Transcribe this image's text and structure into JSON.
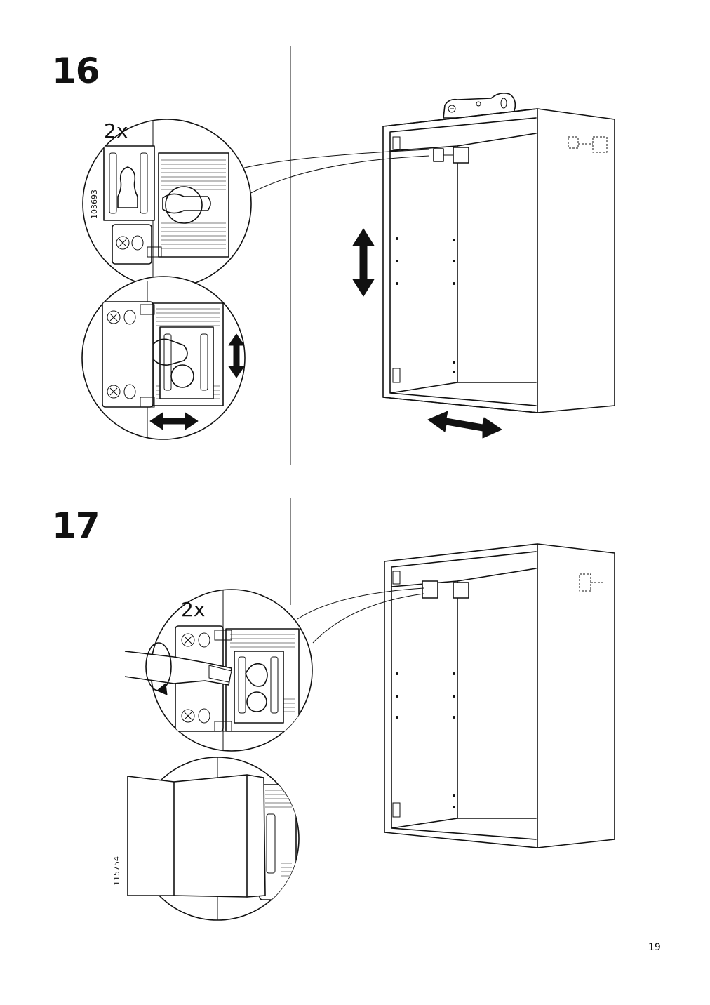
{
  "steps": [
    {
      "number": "16",
      "count": "2x",
      "part_code": "103693"
    },
    {
      "number": "17",
      "count": "2x",
      "part_code": "115754"
    }
  ],
  "page_number": "19"
}
